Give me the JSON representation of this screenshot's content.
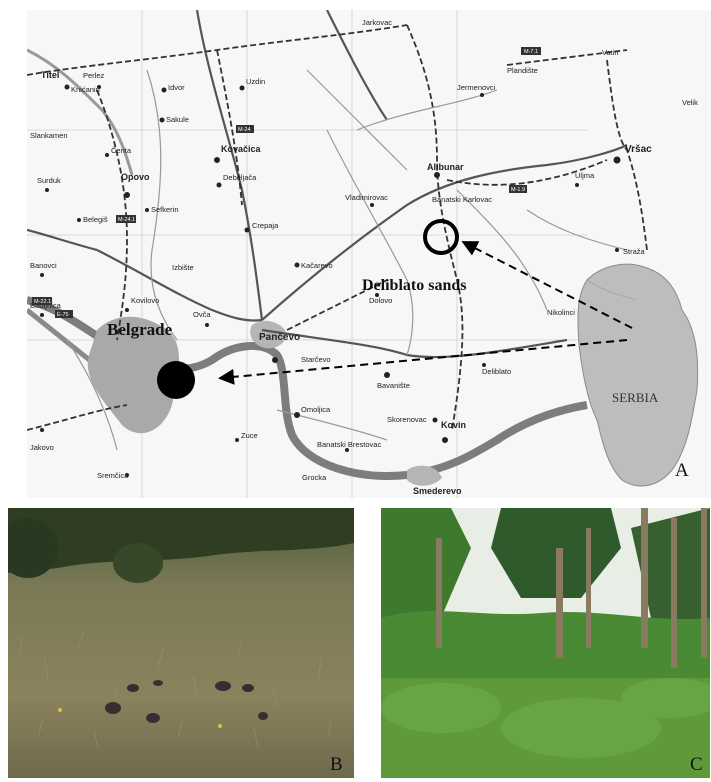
{
  "map": {
    "main_labels": {
      "belgrade": "Belgrade",
      "deliblato": "Deliblato sands",
      "serbia": "SERBIA"
    },
    "towns": [
      "Titel",
      "Perlez",
      "Knićanin",
      "Idvor",
      "Uzdin",
      "Sakule",
      "Kovačica",
      "Čenta",
      "Surduk",
      "Opovo",
      "Debeljača",
      "Sefkerin",
      "Crepaja",
      "Belegiš",
      "Kovilovo",
      "Ovča",
      "Kačarevo",
      "Pančevo",
      "Starčevo",
      "Omoljica",
      "Banatski Brestovac",
      "Skorenovac",
      "Kovin",
      "Smederevo",
      "Grocka",
      "Zuce",
      "Sremčica",
      "Jakovo",
      "Batajnica",
      "Banovci",
      "Slankamen",
      "Vladimirovac",
      "Alibunar",
      "Banatski Karlovac",
      "Dolovo",
      "Bavanište",
      "Deliblato",
      "Jermenovci",
      "Plandište",
      "Vršac",
      "Uljma",
      "Straža",
      "Vatin",
      "Velik",
      "Jarkovac",
      "Izbište",
      "Nikolinci"
    ],
    "road_labels": [
      "M-7.1",
      "M-24",
      "M-1.9",
      "M-24.1",
      "M-22.1",
      "E-75"
    ]
  },
  "panels": {
    "a": "A",
    "b": "B",
    "c": "C"
  },
  "colors": {
    "road_major": "#555555",
    "river": "#7d7d7d",
    "city": "#a9a9a9",
    "marker": "#000000"
  }
}
